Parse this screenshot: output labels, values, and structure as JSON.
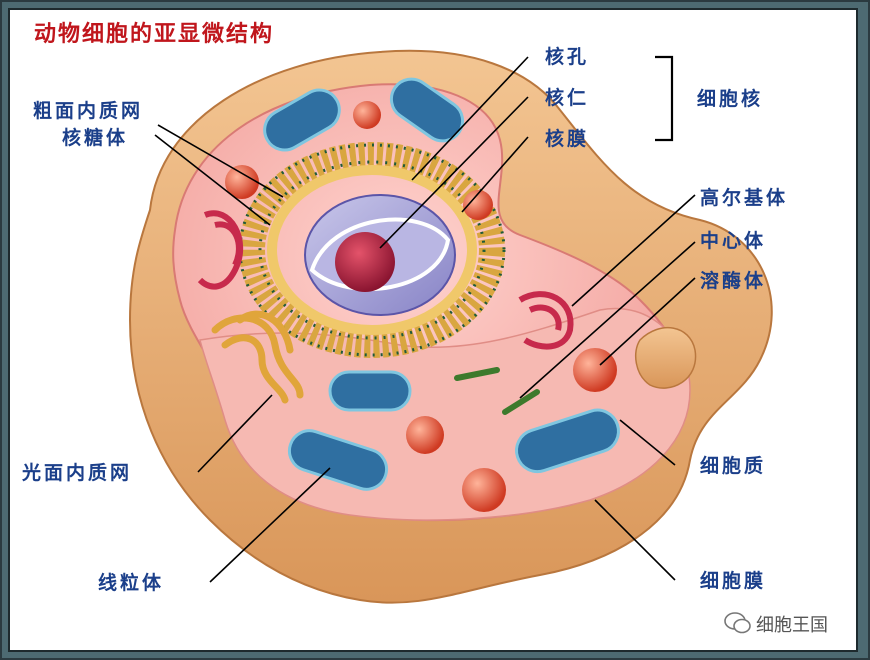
{
  "title": "动物细胞的亚显微结构",
  "labels": {
    "rough_er": "粗面内质网",
    "ribosome": "核糖体",
    "nuclear_pore": "核孔",
    "nucleolus": "核仁",
    "nuclear_envelope": "核膜",
    "nucleus": "细胞核",
    "golgi": "高尔基体",
    "centriole": "中心体",
    "lysosome": "溶酶体",
    "smooth_er": "光面内质网",
    "mitochondrion": "线粒体",
    "cytoplasm": "细胞质",
    "cell_membrane": "细胞膜"
  },
  "watermark": "细胞王国",
  "colors": {
    "title": "#c0161c",
    "label": "#1b3f8a",
    "cytoplasm": "#f4a9a4",
    "membrane": "#e0a36c",
    "mitochondrion": "#2f6fa1",
    "lysosome": "#d3452c"
  }
}
